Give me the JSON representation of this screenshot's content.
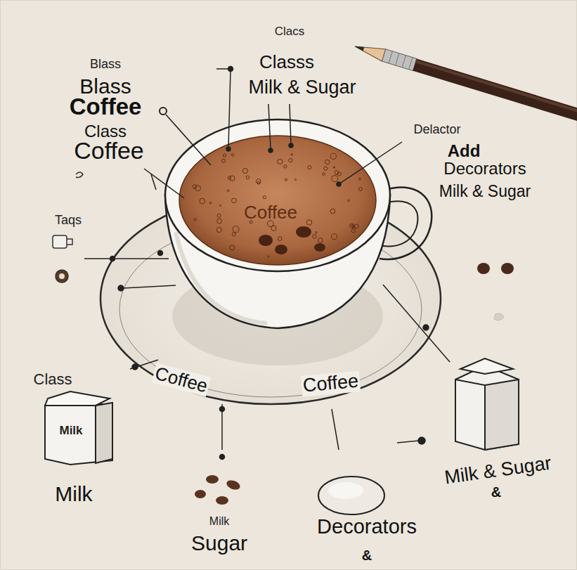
{
  "diagram": {
    "nodes": [
      {
        "text": [
          "Milk"
        ]
      }
    ],
    "labels": [
      "Clacs",
      "Blass",
      "Classs",
      "Blass",
      "Milk & Sugar",
      "Coffee",
      "Delactor",
      "Class",
      "Coffee",
      "Add",
      "Decorators",
      "Milk & Sugar",
      "Coffee",
      "Taqs",
      "Class",
      "Coffee",
      "Coffee",
      "Milk & Sugar",
      "&",
      "Milk",
      "Milk",
      "Sugar",
      "Decorators",
      "&"
    ]
  }
}
